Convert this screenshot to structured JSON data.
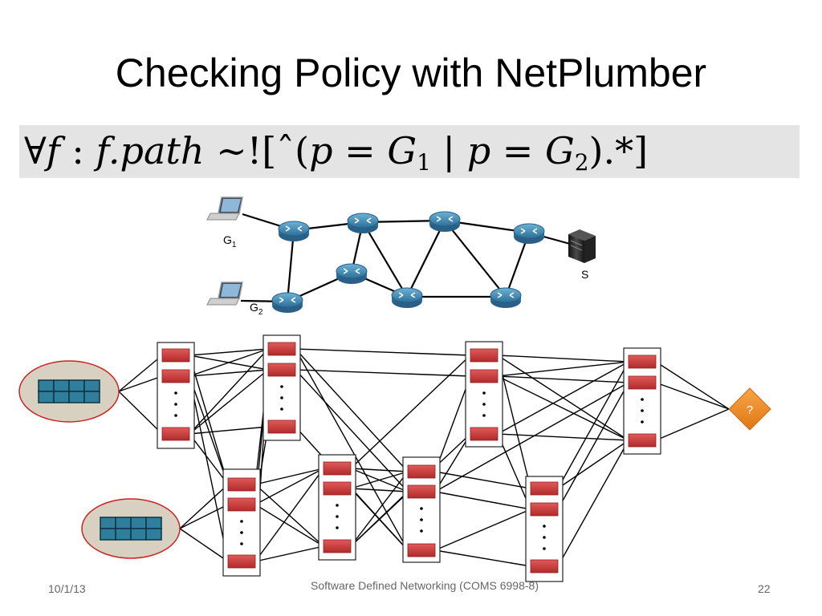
{
  "slide": {
    "title": "Checking Policy with NetPlumber",
    "formula": {
      "forall": "∀",
      "var": "f",
      "colon": " : ",
      "path_expr": "f.path",
      "op": " ∼![",
      "caret": "ˆ",
      "open": "(",
      "p1": "p",
      "eq1": " = ",
      "g1_base": "G",
      "g1_sub": "1",
      "bar": " | ",
      "p2": "p",
      "eq2": " = ",
      "g2_base": "G",
      "g2_sub": "2",
      "close": ").*]"
    }
  },
  "network": {
    "g1_label": "G",
    "g1_sub": "1",
    "g2_label": "G",
    "g2_sub": "2",
    "server_label": "S"
  },
  "plumbing": {
    "probe_label": "?"
  },
  "colors": {
    "router": "#3f88b2",
    "rule": "#cc3333",
    "probe": "#ef8a25",
    "source_fill": "#d8d0c0",
    "source_border": "#cc2222",
    "cell": "#2f7f9c"
  },
  "footer": {
    "date": "10/1/13",
    "course": "Software Defined Networking (COMS 6998-8)",
    "page": "22"
  }
}
